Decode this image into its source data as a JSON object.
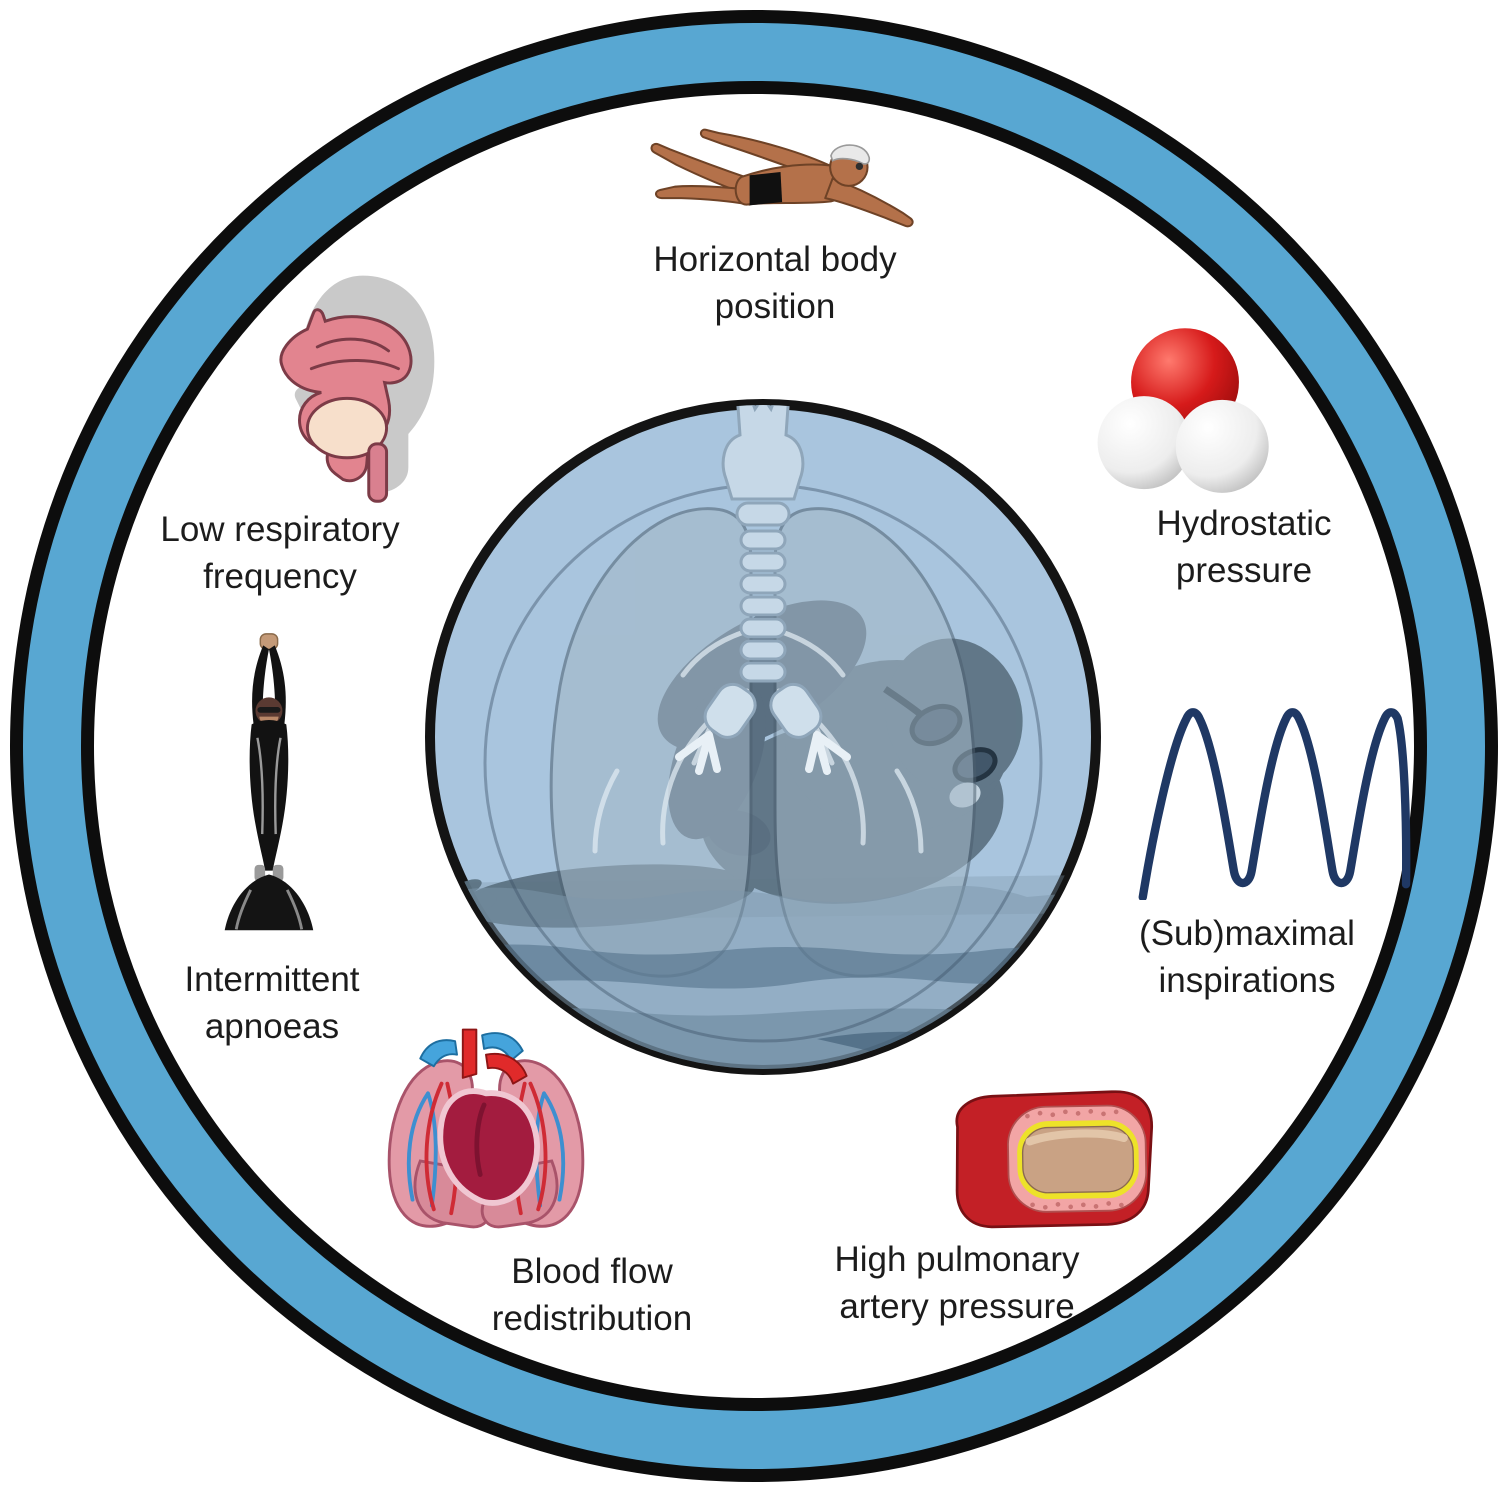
{
  "figure": {
    "type": "circular-concept-diagram",
    "ring": {
      "band_color": "#58A7D2",
      "line_color": "#0D0D0D"
    },
    "center": {
      "illustration": "swimmer-with-lungs-underwater-icon",
      "fill_color": "#A9C5DE"
    },
    "waveform_color": "#1F3864",
    "text_color": "#1C1C1C"
  },
  "items": [
    {
      "id": "horizontal-body-position",
      "icon": "swimmer-icon",
      "line1": "Horizontal body",
      "line2": "position"
    },
    {
      "id": "hydrostatic-pressure",
      "icon": "water-molecule-icon",
      "line1": "Hydrostatic",
      "line2": "pressure"
    },
    {
      "id": "submaximal-inspirations",
      "icon": "inspiration-waveform-icon",
      "line1": "(Sub)maximal",
      "line2": "inspirations"
    },
    {
      "id": "high-pulmonary-artery-pressure",
      "icon": "artery-cross-section-icon",
      "line1": "High pulmonary",
      "line2": "artery pressure"
    },
    {
      "id": "blood-flow-redistribution",
      "icon": "heart-lungs-circulation-icon",
      "line1": "Blood flow",
      "line2": "redistribution"
    },
    {
      "id": "intermittent-apnoeas",
      "icon": "freediver-icon",
      "line1": "Intermittent",
      "line2": "apnoeas"
    },
    {
      "id": "low-respiratory-frequency",
      "icon": "upper-airway-head-icon",
      "line1": "Low respiratory",
      "line2": "frequency"
    }
  ]
}
